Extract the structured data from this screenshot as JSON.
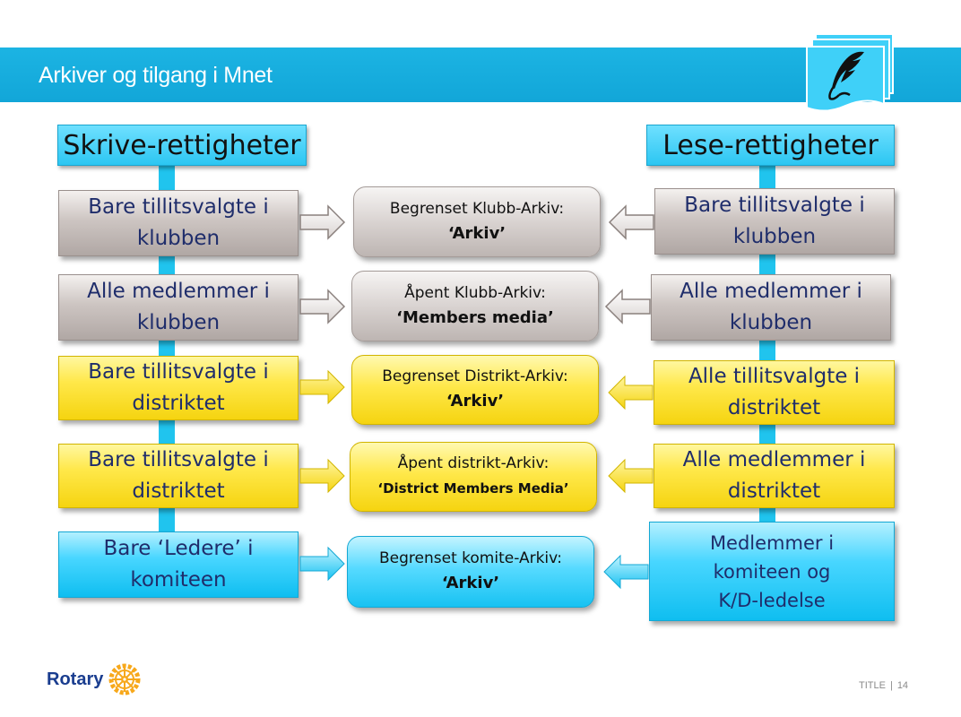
{
  "slide": {
    "title": "Arkiver og tilgang i Mnet"
  },
  "headers": {
    "write": "Skrive-rettigheter",
    "read": "Lese-rettigheter"
  },
  "rows": [
    {
      "color": "grey",
      "write": [
        "Bare tillitsvalgte i",
        "klubben"
      ],
      "archive": [
        "Begrenset Klubb-Arkiv:",
        "‘Arkiv’"
      ],
      "read": [
        "Bare tillitsvalgte i",
        "klubben"
      ]
    },
    {
      "color": "grey",
      "write": [
        "Alle medlemmer i",
        "klubben"
      ],
      "archive": [
        "Åpent  Klubb-Arkiv:",
        "‘Members media’"
      ],
      "read": [
        "Alle medlemmer i",
        "klubben"
      ]
    },
    {
      "color": "yellow",
      "write": [
        "Bare tillitsvalgte i",
        "distriktet"
      ],
      "archive": [
        "Begrenset Distrikt-Arkiv:",
        "‘Arkiv’"
      ],
      "read": [
        "Alle tillitsvalgte i",
        "distriktet"
      ]
    },
    {
      "color": "yellow",
      "write": [
        "Bare tillitsvalgte i",
        "distriktet"
      ],
      "archive": [
        "Åpent distrikt-Arkiv:",
        "‘District Members Media’"
      ],
      "read": [
        "Alle medlemmer i",
        "distriktet"
      ]
    },
    {
      "color": "cyan",
      "write": [
        "Bare ‘Ledere’ i",
        "komiteen"
      ],
      "archive": [
        "Begrenset komite-Arkiv:",
        "‘Arkiv’"
      ],
      "read": [
        "Medlemmer i",
        "komiteen og",
        "K/D-ledelse"
      ]
    }
  ],
  "footer": {
    "logo_text": "Rotary",
    "label": "TITLE",
    "separator": "|",
    "page_number": "14"
  },
  "colors": {
    "title_bar": "#12a6d8",
    "grey": "#b0a7a4",
    "yellow": "#f5d410",
    "cyan": "#0fbef0",
    "text_dark": "#1f2d6b",
    "rotary_blue": "#1a3d8f",
    "rotary_gold": "#f7a81b"
  },
  "icons": {
    "header_icon": "quill-pen-documents-icon",
    "logo_icon": "rotary-wheel-icon"
  }
}
